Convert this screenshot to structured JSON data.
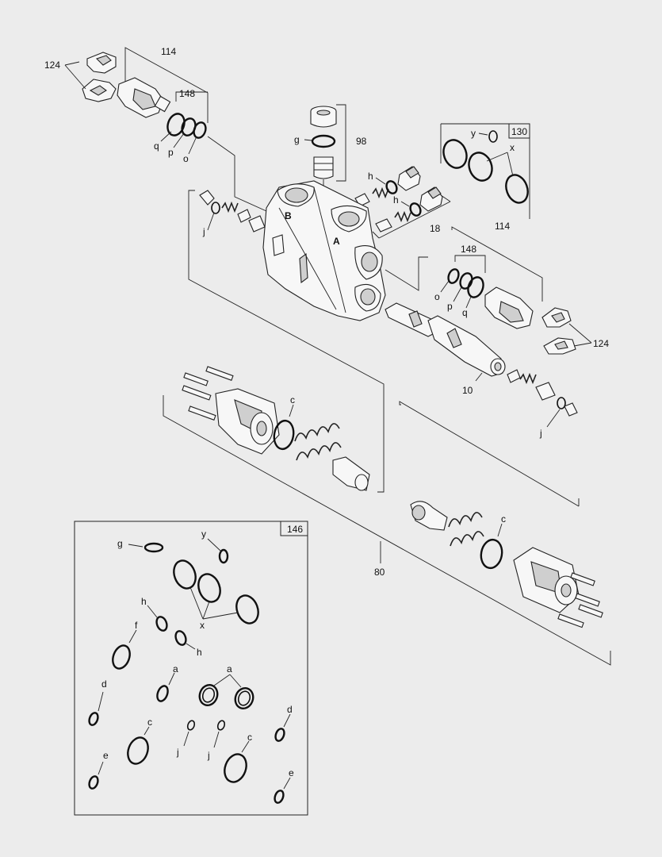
{
  "callouts": {
    "c114_top": "114",
    "c124_top": "124",
    "c148_top": "148",
    "q_top": "q",
    "p_top": "p",
    "o_top": "o",
    "g_top": "g",
    "c98": "98",
    "y_top": "y",
    "c130": "130",
    "x_top": "x",
    "h_top1": "h",
    "h_top2": "h",
    "c18": "18",
    "j_left": "j",
    "b_port": "B",
    "a_port": "A",
    "c114_right": "114",
    "c148_right": "148",
    "o_right": "o",
    "p_right": "p",
    "q_right": "q",
    "c124_right": "124",
    "c10": "10",
    "j_right": "j",
    "c_left": "c",
    "c_right": "c",
    "c80": "80"
  },
  "kit146": {
    "title": "146",
    "g": "g",
    "y": "y",
    "x": "x",
    "h1": "h",
    "h2": "h",
    "f": "f",
    "d1": "d",
    "a1": "a",
    "a2": "a",
    "c1": "c",
    "j1": "j",
    "j2": "j",
    "c2": "c",
    "d2": "d",
    "e1": "e",
    "e2": "e"
  }
}
